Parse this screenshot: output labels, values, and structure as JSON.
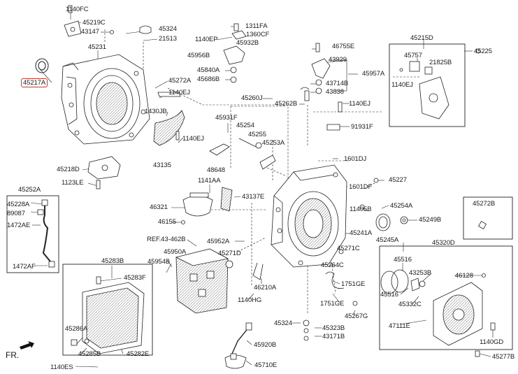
{
  "labels": {
    "p1140FC": "1140FC",
    "p45219C": "45219C",
    "p43147": "43147",
    "p45324a": "45324",
    "p21513": "21513",
    "p45231": "45231",
    "p45217A": "45217A",
    "p45272A": "45272A",
    "p1140EJa": "1140EJ",
    "p1430JB": "1430JB",
    "p1140EJb": "1140EJ",
    "p43135": "43135",
    "p45218D": "45218D",
    "p1123LE": "1123LE",
    "p1311FA": "1311FA",
    "p1140EP": "1140EP",
    "p1360CF": "1360CF",
    "p45932B": "45932B",
    "p45956B": "45956B",
    "p45840A": "45840A",
    "p45686B": "45686B",
    "p46755E": "46755E",
    "p43929": "43929",
    "p45957A": "45957A",
    "p43714B": "43714B",
    "p43838": "43838",
    "p45260J": "45260J",
    "p45262B": "45262B",
    "p45215D": "45215D",
    "p45757": "45757",
    "p21825B": "21825B",
    "p45225": "45225",
    "p1140EJc": "1140EJ",
    "p1140EJd": "1140EJ",
    "p91931F": "91931F",
    "p45931F": "45931F",
    "p45254": "45254",
    "p45255": "45255",
    "p45253A": "45253A",
    "p48648": "48648",
    "p1601DJ": "1601DJ",
    "p1601DF": "1601DF",
    "p45227": "45227",
    "p1141AA": "1141AA",
    "p43137E": "43137E",
    "p46321": "46321",
    "p46155": "46155",
    "p11405B": "11405B",
    "p45254A": "45254A",
    "p45249B": "45249B",
    "p45952A": "45952A",
    "p45241A": "45241A",
    "p45245A": "45245A",
    "pREF": "REF.43-462B",
    "p45950A": "45950A",
    "p45271D": "45271D",
    "p45271C": "45271C",
    "p45954B": "45954B",
    "p45264C": "45264C",
    "p46210A": "46210A",
    "p1751GEa": "1751GE",
    "p1751GEb": "1751GE",
    "p1140HG": "1140HG",
    "p45267G": "45267G",
    "p45324b": "45324",
    "p45323B": "45323B",
    "p43171B": "43171B",
    "p45920B": "45920B",
    "p45710E": "45710E",
    "p45252A": "45252A",
    "p45228A": "45228A",
    "p89087": "89087",
    "p1472AE": "1472AE",
    "p1472AF": "1472AF",
    "p45283B": "45283B",
    "p45283F": "45283F",
    "p45286A": "45286A",
    "p45285B": "45285B",
    "p45282E": "45282E",
    "p1140ES": "1140ES",
    "p45272B": "45272B",
    "p45320D": "45320D",
    "p45516a": "45516",
    "p45516b": "45516",
    "p43253B": "43253B",
    "p45332C": "45332C",
    "p46128": "46128",
    "p47111E": "47111E",
    "p1140GD": "1140GD",
    "p45277B": "45277B",
    "pFR": "FR."
  },
  "highlight_color": "#c0392b"
}
